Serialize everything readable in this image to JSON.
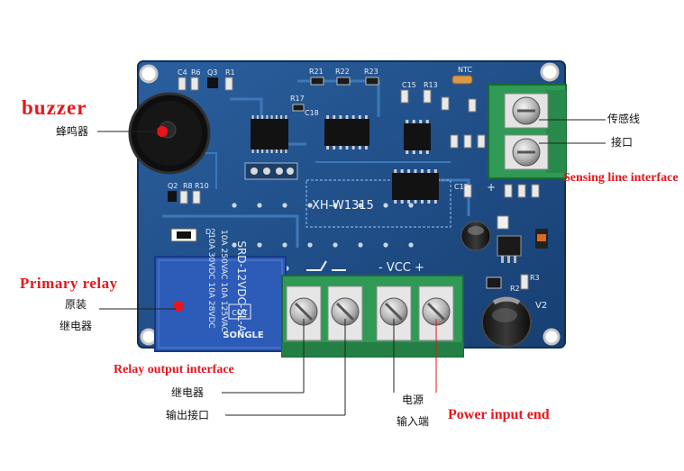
{
  "board": {
    "model_text": "XH-W1315",
    "vcc_text": "- VCC +",
    "v2_text": "V2",
    "d2_text": "D2",
    "r2_text": "R2",
    "r3_text": "R3",
    "plus_text": "+",
    "silk": {
      "c4": "C4",
      "r6": "R6",
      "q3": "Q3",
      "r1": "R1",
      "r21": "R21",
      "r22": "R22",
      "r23": "R23",
      "ntc": "NTC",
      "r17": "R17",
      "c18": "C18",
      "c15": "C15",
      "r13": "R13",
      "q2": "Q2",
      "r8": "R8",
      "r10": "R10",
      "c12": "C12"
    }
  },
  "relay": {
    "model": "SRD-12VDC-SL-A",
    "rating_1": "10A 250VAC  10A 125VAC",
    "rating_2": "10A 30VDC  10A 28VDC",
    "brand": "SONGLE",
    "cqc": "CQC"
  },
  "labels": {
    "buzzer_en": "buzzer",
    "buzzer_cn": "蜂鸣器",
    "sensor_cn_1": "传感线",
    "sensor_cn_2": "接口",
    "sensing_en": "Sensing line interface",
    "primary_relay_en": "Primary relay",
    "primary_relay_cn_1": "原装",
    "primary_relay_cn_2": "继电器",
    "relay_output_en": "Relay output interface",
    "relay_cn": "继电器",
    "output_cn": "输出接口",
    "power_cn_1": "电源",
    "power_cn_2": "输入端",
    "power_input_en": "Power input end"
  },
  "colors": {
    "pcb": "#1f4f8a",
    "terminal": "#2f9a55",
    "label_red": "#e8161c",
    "relay_blue": "#2c5bb8"
  }
}
